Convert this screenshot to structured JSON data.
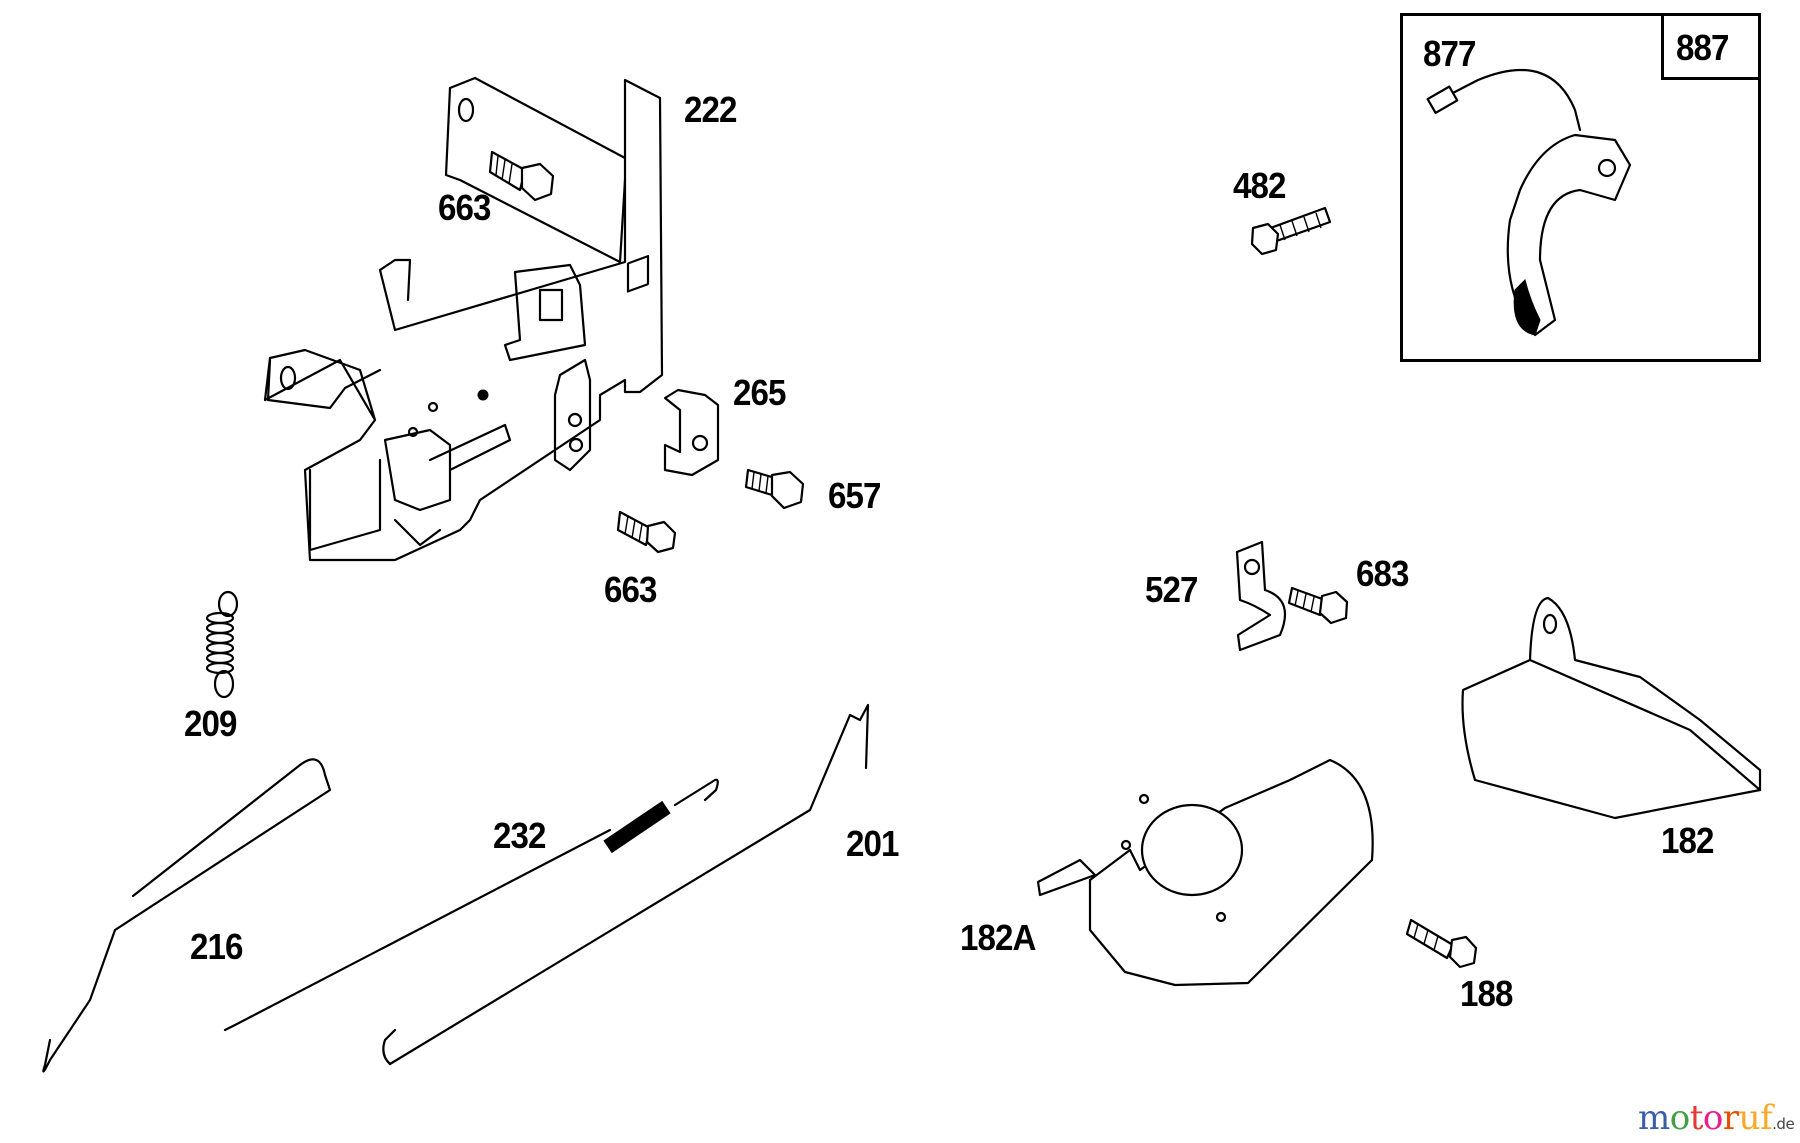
{
  "diagram": {
    "type": "exploded parts diagram",
    "parts": [
      {
        "id": "222",
        "name": "control bracket"
      },
      {
        "id": "663a",
        "label": "663",
        "name": "screw (upper)"
      },
      {
        "id": "265",
        "name": "clip"
      },
      {
        "id": "657",
        "name": "screw"
      },
      {
        "id": "663b",
        "label": "663",
        "name": "screw (lower)"
      },
      {
        "id": "209",
        "name": "spring"
      },
      {
        "id": "232",
        "name": "governor link with spring"
      },
      {
        "id": "201",
        "name": "throttle link"
      },
      {
        "id": "216",
        "name": "choke link"
      },
      {
        "id": "482",
        "name": "screw"
      },
      {
        "id": "877",
        "name": "armature / ignition module"
      },
      {
        "id": "887",
        "name": "kit box label"
      },
      {
        "id": "527",
        "name": "cable clamp"
      },
      {
        "id": "683",
        "name": "screw"
      },
      {
        "id": "182",
        "name": "air guide"
      },
      {
        "id": "182A",
        "name": "air guide"
      },
      {
        "id": "188",
        "name": "screw"
      }
    ],
    "labels": {
      "l222": "222",
      "l663a": "663",
      "l265": "265",
      "l657": "657",
      "l663b": "663",
      "l209": "209",
      "l232": "232",
      "l201": "201",
      "l216": "216",
      "l482": "482",
      "l877": "877",
      "l887": "887",
      "l527": "527",
      "l683": "683",
      "l182": "182",
      "l182A": "182A",
      "l188": "188"
    }
  },
  "watermark": {
    "letters": [
      "m",
      "o",
      "t",
      "o",
      "r",
      "u",
      "f"
    ],
    "colors": [
      "#3b5bab",
      "#43a047",
      "#e53935",
      "#e91e8c",
      "#e65100",
      "#f9a825",
      "#f9a825"
    ],
    "suffix": ".de",
    "mark": "°"
  }
}
